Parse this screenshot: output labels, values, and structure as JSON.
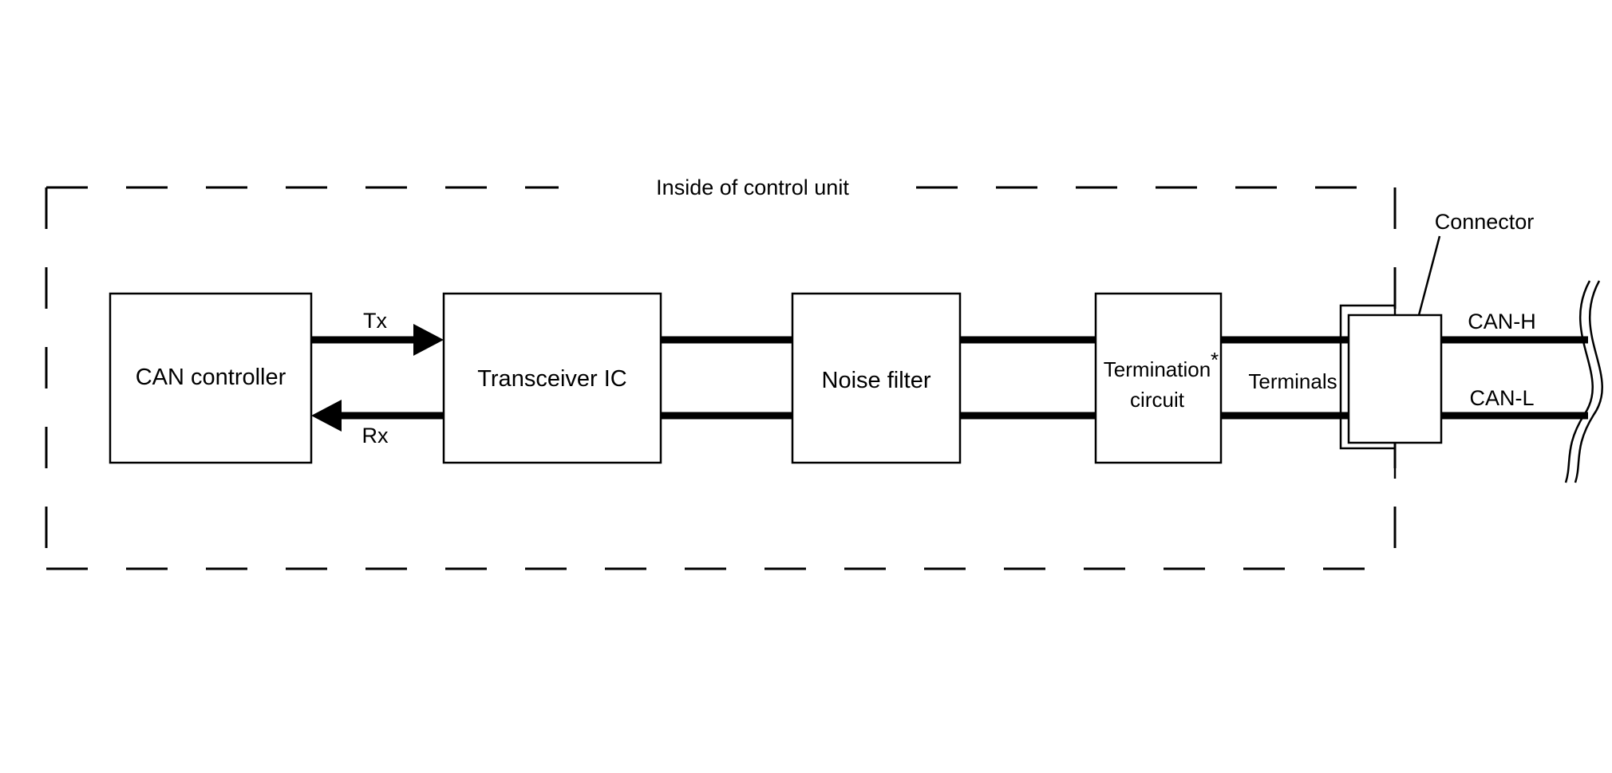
{
  "diagram": {
    "region_label": "Inside of control unit",
    "blocks": {
      "can_controller": "CAN controller",
      "transceiver": "Transceiver IC",
      "noise_filter": "Noise filter",
      "termination_line1": "Termination",
      "termination_line2": "circuit",
      "termination_mark": "*"
    },
    "signals": {
      "tx": "Tx",
      "rx": "Rx"
    },
    "terminals_label": "Terminals",
    "connector_label": "Connector",
    "bus_lines": {
      "high": "CAN-H",
      "low": "CAN-L"
    }
  }
}
